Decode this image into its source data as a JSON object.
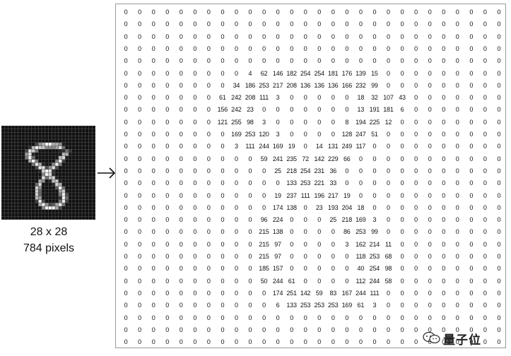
{
  "caption": {
    "size": "28 x 28",
    "pixels": "784 pixels"
  },
  "watermark": {
    "text": "量子位"
  },
  "icons": {
    "arrow": "arrow-right-icon",
    "watermark": "wechat-icon"
  },
  "colors": {
    "ink": "#111111",
    "border": "#9a9a9a",
    "image_bg": "#111111"
  },
  "grid": {
    "rows": 28,
    "cols": 28,
    "values": [
      [
        0,
        0,
        0,
        0,
        0,
        0,
        0,
        0,
        0,
        0,
        0,
        0,
        0,
        0,
        0,
        0,
        0,
        0,
        0,
        0,
        0,
        0,
        0,
        0,
        0,
        0,
        0,
        0
      ],
      [
        0,
        0,
        0,
        0,
        0,
        0,
        0,
        0,
        0,
        0,
        0,
        0,
        0,
        0,
        0,
        0,
        0,
        0,
        0,
        0,
        0,
        0,
        0,
        0,
        0,
        0,
        0,
        0
      ],
      [
        0,
        0,
        0,
        0,
        0,
        0,
        0,
        0,
        0,
        0,
        0,
        0,
        0,
        0,
        0,
        0,
        0,
        0,
        0,
        0,
        0,
        0,
        0,
        0,
        0,
        0,
        0,
        0
      ],
      [
        0,
        0,
        0,
        0,
        0,
        0,
        0,
        0,
        0,
        0,
        0,
        0,
        0,
        0,
        0,
        0,
        0,
        0,
        0,
        0,
        0,
        0,
        0,
        0,
        0,
        0,
        0,
        0
      ],
      [
        0,
        0,
        0,
        0,
        0,
        0,
        0,
        0,
        0,
        0,
        0,
        0,
        0,
        0,
        0,
        0,
        0,
        0,
        0,
        0,
        0,
        0,
        0,
        0,
        0,
        0,
        0,
        0
      ],
      [
        0,
        0,
        0,
        0,
        0,
        0,
        0,
        0,
        0,
        4,
        62,
        146,
        182,
        254,
        254,
        181,
        176,
        139,
        15,
        0,
        0,
        0,
        0,
        0,
        0,
        0,
        0,
        0
      ],
      [
        0,
        0,
        0,
        0,
        0,
        0,
        0,
        0,
        34,
        186,
        253,
        217,
        208,
        136,
        136,
        136,
        166,
        232,
        99,
        0,
        0,
        0,
        0,
        0,
        0,
        0,
        0,
        0
      ],
      [
        0,
        0,
        0,
        0,
        0,
        0,
        0,
        61,
        242,
        208,
        111,
        3,
        0,
        0,
        0,
        0,
        0,
        18,
        32,
        107,
        43,
        0,
        0,
        0,
        0,
        0,
        0,
        0
      ],
      [
        0,
        0,
        0,
        0,
        0,
        0,
        0,
        156,
        242,
        23,
        0,
        0,
        0,
        0,
        0,
        0,
        0,
        13,
        191,
        181,
        6,
        0,
        0,
        0,
        0,
        0,
        0,
        0
      ],
      [
        0,
        0,
        0,
        0,
        0,
        0,
        0,
        121,
        255,
        98,
        3,
        0,
        0,
        0,
        0,
        0,
        8,
        194,
        225,
        12,
        0,
        0,
        0,
        0,
        0,
        0,
        0,
        0
      ],
      [
        0,
        0,
        0,
        0,
        0,
        0,
        0,
        0,
        169,
        253,
        120,
        3,
        0,
        0,
        0,
        0,
        128,
        247,
        51,
        0,
        0,
        0,
        0,
        0,
        0,
        0,
        0,
        0
      ],
      [
        0,
        0,
        0,
        0,
        0,
        0,
        0,
        0,
        3,
        111,
        244,
        169,
        19,
        0,
        14,
        131,
        249,
        117,
        0,
        0,
        0,
        0,
        0,
        0,
        0,
        0,
        0,
        0
      ],
      [
        0,
        0,
        0,
        0,
        0,
        0,
        0,
        0,
        0,
        0,
        59,
        241,
        235,
        72,
        142,
        229,
        66,
        0,
        0,
        0,
        0,
        0,
        0,
        0,
        0,
        0,
        0,
        0
      ],
      [
        0,
        0,
        0,
        0,
        0,
        0,
        0,
        0,
        0,
        0,
        0,
        25,
        218,
        254,
        231,
        36,
        0,
        0,
        0,
        0,
        0,
        0,
        0,
        0,
        0,
        0,
        0,
        0
      ],
      [
        0,
        0,
        0,
        0,
        0,
        0,
        0,
        0,
        0,
        0,
        0,
        0,
        133,
        253,
        221,
        33,
        0,
        0,
        0,
        0,
        0,
        0,
        0,
        0,
        0,
        0,
        0,
        0
      ],
      [
        0,
        0,
        0,
        0,
        0,
        0,
        0,
        0,
        0,
        0,
        0,
        19,
        237,
        111,
        196,
        217,
        19,
        0,
        0,
        0,
        0,
        0,
        0,
        0,
        0,
        0,
        0,
        0
      ],
      [
        0,
        0,
        0,
        0,
        0,
        0,
        0,
        0,
        0,
        0,
        0,
        174,
        138,
        0,
        23,
        193,
        204,
        18,
        0,
        0,
        0,
        0,
        0,
        0,
        0,
        0,
        0,
        0
      ],
      [
        0,
        0,
        0,
        0,
        0,
        0,
        0,
        0,
        0,
        0,
        96,
        224,
        0,
        0,
        0,
        25,
        218,
        169,
        3,
        0,
        0,
        0,
        0,
        0,
        0,
        0,
        0,
        0
      ],
      [
        0,
        0,
        0,
        0,
        0,
        0,
        0,
        0,
        0,
        0,
        215,
        138,
        0,
        0,
        0,
        0,
        86,
        253,
        99,
        0,
        0,
        0,
        0,
        0,
        0,
        0,
        0,
        0
      ],
      [
        0,
        0,
        0,
        0,
        0,
        0,
        0,
        0,
        0,
        0,
        215,
        97,
        0,
        0,
        0,
        0,
        3,
        162,
        214,
        11,
        0,
        0,
        0,
        0,
        0,
        0,
        0,
        0
      ],
      [
        0,
        0,
        0,
        0,
        0,
        0,
        0,
        0,
        0,
        0,
        215,
        97,
        0,
        0,
        0,
        0,
        0,
        118,
        253,
        68,
        0,
        0,
        0,
        0,
        0,
        0,
        0,
        0
      ],
      [
        0,
        0,
        0,
        0,
        0,
        0,
        0,
        0,
        0,
        0,
        185,
        157,
        0,
        0,
        0,
        0,
        0,
        40,
        254,
        98,
        0,
        0,
        0,
        0,
        0,
        0,
        0,
        0
      ],
      [
        0,
        0,
        0,
        0,
        0,
        0,
        0,
        0,
        0,
        0,
        50,
        244,
        61,
        0,
        0,
        0,
        0,
        112,
        244,
        58,
        0,
        0,
        0,
        0,
        0,
        0,
        0,
        0
      ],
      [
        0,
        0,
        0,
        0,
        0,
        0,
        0,
        0,
        0,
        0,
        0,
        174,
        251,
        142,
        59,
        83,
        167,
        244,
        111,
        0,
        0,
        0,
        0,
        0,
        0,
        0,
        0,
        0
      ],
      [
        0,
        0,
        0,
        0,
        0,
        0,
        0,
        0,
        0,
        0,
        0,
        6,
        133,
        253,
        253,
        253,
        169,
        61,
        3,
        0,
        0,
        0,
        0,
        0,
        0,
        0,
        0,
        0
      ],
      [
        0,
        0,
        0,
        0,
        0,
        0,
        0,
        0,
        0,
        0,
        0,
        0,
        0,
        0,
        0,
        0,
        0,
        0,
        0,
        0,
        0,
        0,
        0,
        0,
        0,
        0,
        0,
        0
      ],
      [
        0,
        0,
        0,
        0,
        0,
        0,
        0,
        0,
        0,
        0,
        0,
        0,
        0,
        0,
        0,
        0,
        0,
        0,
        0,
        0,
        0,
        0,
        0,
        0,
        0,
        0,
        0,
        0
      ],
      [
        0,
        0,
        0,
        0,
        0,
        0,
        0,
        0,
        0,
        0,
        0,
        0,
        0,
        0,
        0,
        0,
        0,
        0,
        0,
        0,
        0,
        0,
        0,
        0,
        0,
        0,
        0,
        0
      ]
    ]
  }
}
